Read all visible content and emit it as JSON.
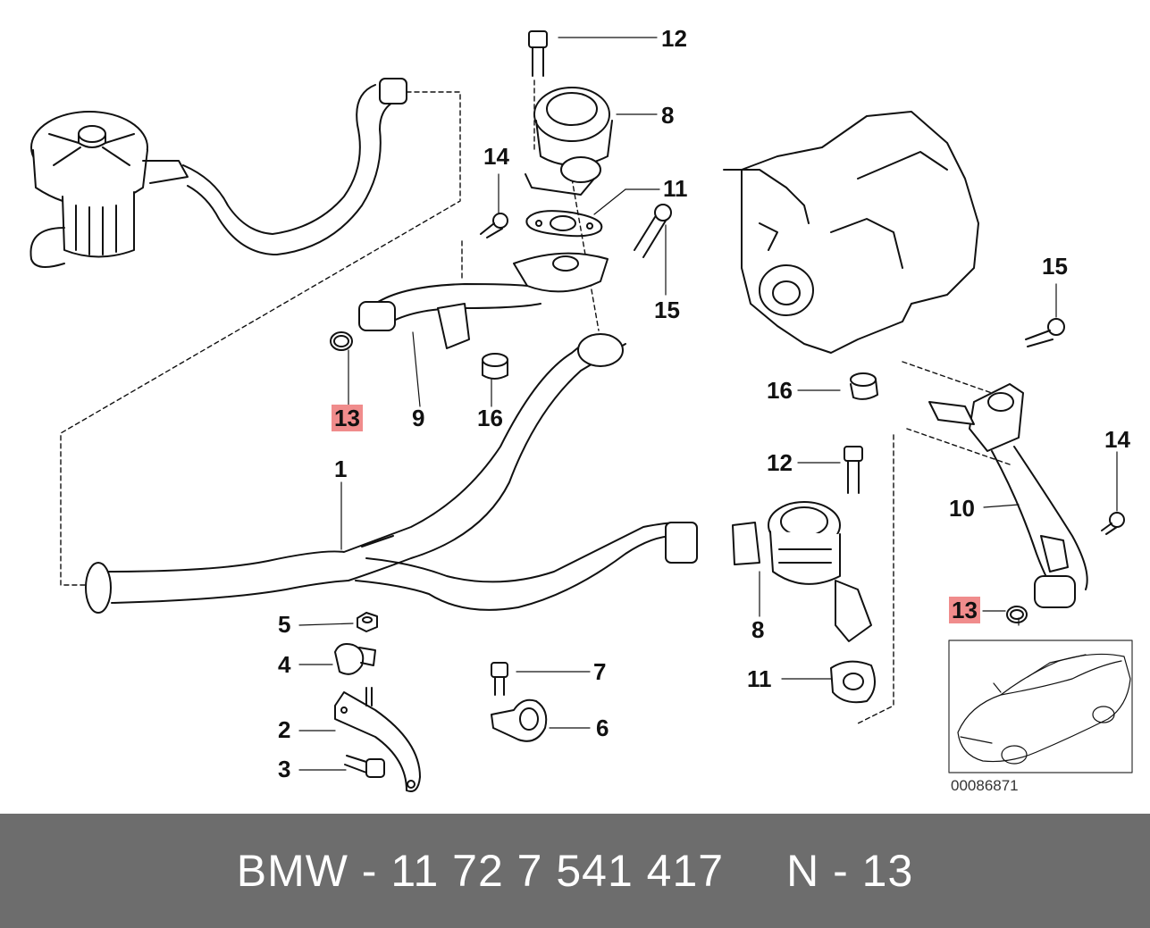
{
  "diagram": {
    "callouts": [
      {
        "id": "c12a",
        "text": "12"
      },
      {
        "id": "c8a",
        "text": "8"
      },
      {
        "id": "c14a",
        "text": "14"
      },
      {
        "id": "c11a",
        "text": "11"
      },
      {
        "id": "c15a",
        "text": "15"
      },
      {
        "id": "c13a",
        "text": "13",
        "highlight": true
      },
      {
        "id": "c9",
        "text": "9"
      },
      {
        "id": "c16a",
        "text": "16"
      },
      {
        "id": "c1",
        "text": "1"
      },
      {
        "id": "c15b",
        "text": "15"
      },
      {
        "id": "c16b",
        "text": "16"
      },
      {
        "id": "c12b",
        "text": "12"
      },
      {
        "id": "c14b",
        "text": "14"
      },
      {
        "id": "c10",
        "text": "10"
      },
      {
        "id": "c13b",
        "text": "13",
        "highlight": true
      },
      {
        "id": "c8b",
        "text": "8"
      },
      {
        "id": "c11b",
        "text": "11"
      },
      {
        "id": "c5",
        "text": "5"
      },
      {
        "id": "c4",
        "text": "4"
      },
      {
        "id": "c7",
        "text": "7"
      },
      {
        "id": "c2",
        "text": "2"
      },
      {
        "id": "c6",
        "text": "6"
      },
      {
        "id": "c3",
        "text": "3"
      }
    ],
    "reference_code": "00086871",
    "highlight_color": "#f08c8c"
  },
  "footer": {
    "part_label": "BMW - 11 72 7 541 417",
    "position_label": "N - 13",
    "background_color": "#6d6d6d"
  }
}
